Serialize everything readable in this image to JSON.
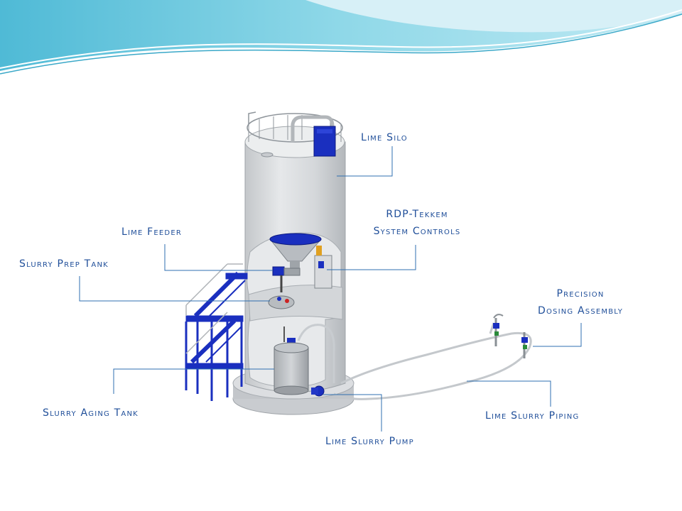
{
  "labels": {
    "lime_silo": "Lime Silo",
    "rdp_line1": "RDP-Tekkem",
    "rdp_line2": "System Controls",
    "lime_feeder": "Lime Feeder",
    "slurry_prep_tank": "Slurry Prep Tank",
    "precision_line1": "Precision",
    "precision_line2": "Dosing Assembly",
    "slurry_aging_tank": "Slurry Aging Tank",
    "lime_slurry_piping": "Lime Slurry Piping",
    "lime_slurry_pump": "Lime Slurry Pump"
  },
  "colors": {
    "label_text": "#1f4e99",
    "leader_line": "#2f6fb0",
    "equipment_blue": "#1a2fbf",
    "silo_gray": "#d9dbdd",
    "banner_teal": "#5fc6dc"
  }
}
